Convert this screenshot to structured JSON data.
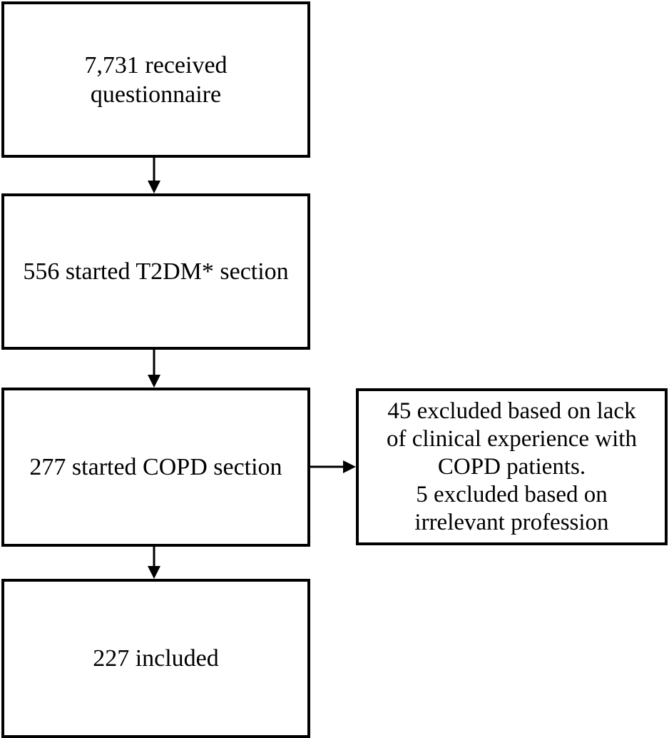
{
  "flowchart": {
    "steps": [
      {
        "id": "received",
        "text": "7,731 received\nquestionnaire"
      },
      {
        "id": "t2dm",
        "text": "556 started T2DM* section"
      },
      {
        "id": "copd",
        "text": "277 started COPD section"
      },
      {
        "id": "included",
        "text": "227 included"
      }
    ],
    "exclusion": {
      "text": "45 excluded based on lack\nof clinical experience with\nCOPD patients.\n5 excluded based on\nirrelevant profession"
    }
  }
}
